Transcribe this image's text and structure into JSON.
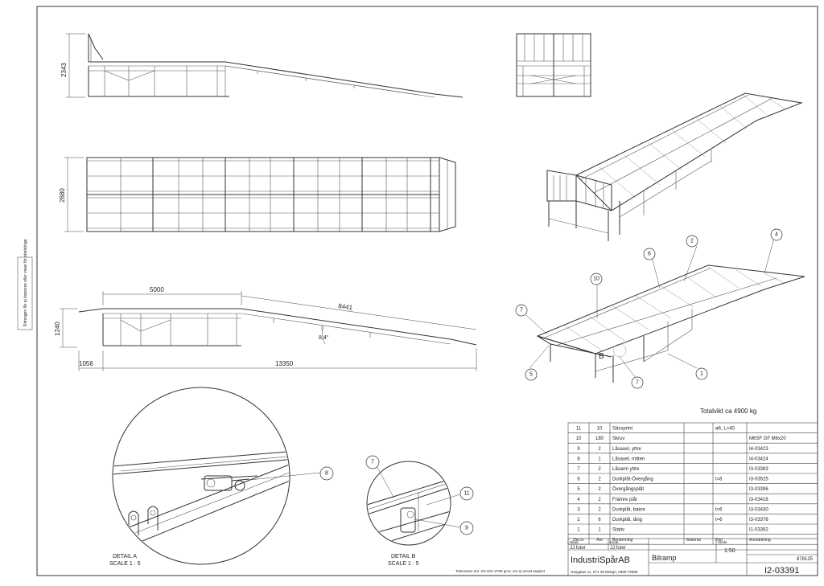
{
  "dimensions": {
    "side_top_height": "2343",
    "plan_width": "2680",
    "side_bottom_height": "1240",
    "flat_length": "5000",
    "slope_length": "8441",
    "angle": "8,4°",
    "start_offset": "1056",
    "total_length": "13350"
  },
  "views": {
    "detail_a": {
      "line1": "DETAIL A",
      "line2": "SCALE 1 : 5"
    },
    "detail_b": {
      "line1": "DETAIL B",
      "line2": "SCALE 1 : 5"
    },
    "label_b": "B"
  },
  "balloons_iso": [
    "1",
    "2",
    "4",
    "5",
    "6",
    "7",
    "7",
    "10"
  ],
  "balloons_detail": {
    "a": "8",
    "b7": "7",
    "b11": "11",
    "b9": "9"
  },
  "total_weight": "Totalvikt ca 4900 kg",
  "side_note": "Ritningen får ej kopieras eller visas för obehöriga",
  "bom": {
    "rows": [
      {
        "pos": "11",
        "qty": "10",
        "name": "Sässprint",
        "material": "",
        "dim": "ø6, L=40",
        "art": ""
      },
      {
        "pos": "10",
        "qty": "180",
        "name": "Skruv",
        "material": "",
        "dim": "",
        "art": "M6SF GF M6x20"
      },
      {
        "pos": "9",
        "qty": "2",
        "name": "Låsaxel, yttre",
        "material": "",
        "dim": "",
        "art": "I4-03423"
      },
      {
        "pos": "8",
        "qty": "1",
        "name": "Låsaxel, mitten",
        "material": "",
        "dim": "",
        "art": "I4-03424"
      },
      {
        "pos": "7",
        "qty": "2",
        "name": "Låsarm yttre",
        "material": "",
        "dim": "",
        "art": "I3-03383"
      },
      {
        "pos": "6",
        "qty": "2",
        "name": "Durkplåt-Övergång",
        "material": "",
        "dim": "t=6",
        "art": "I3-03525"
      },
      {
        "pos": "5",
        "qty": "2",
        "name": "Övergångsplåt",
        "material": "",
        "dim": "",
        "art": "I3-03396"
      },
      {
        "pos": "4",
        "qty": "2",
        "name": "Främre plåt",
        "material": "",
        "dim": "",
        "art": "I3-03418"
      },
      {
        "pos": "3",
        "qty": "2",
        "name": "Durkplåt, bakre",
        "material": "",
        "dim": "t=6",
        "art": "I3-03430"
      },
      {
        "pos": "2",
        "qty": "6",
        "name": "Durkplåt, lång",
        "material": "",
        "dim": "t=6",
        "art": "I3-03376"
      },
      {
        "pos": "1",
        "qty": "1",
        "name": "Stativ",
        "material": "",
        "dim": "",
        "art": "I1-03392"
      }
    ],
    "headers": {
      "pos": "Det.nr",
      "qty": "Ant",
      "name": "Benämning",
      "material": "Material",
      "dim": "Dim",
      "art": "Anmärkning"
    }
  },
  "titleblock": {
    "drawn_by_label": "Ritad",
    "drawn_by": "JJ.futer",
    "checked_label": "Kontr.",
    "checked_by": "JJ.futer",
    "company": "IndustriSpårAB",
    "address": "Gasgatan 11, 571 39 Nässjö, 0380-79388",
    "title": "Bilramp",
    "scale_label": "Skala",
    "scale": "1:50",
    "sheet_no": "878125",
    "drawing_no": "I2-03391",
    "tolerance": "Toleranser enl. SS-ISO 2768 grov, om ej annat angivet"
  }
}
